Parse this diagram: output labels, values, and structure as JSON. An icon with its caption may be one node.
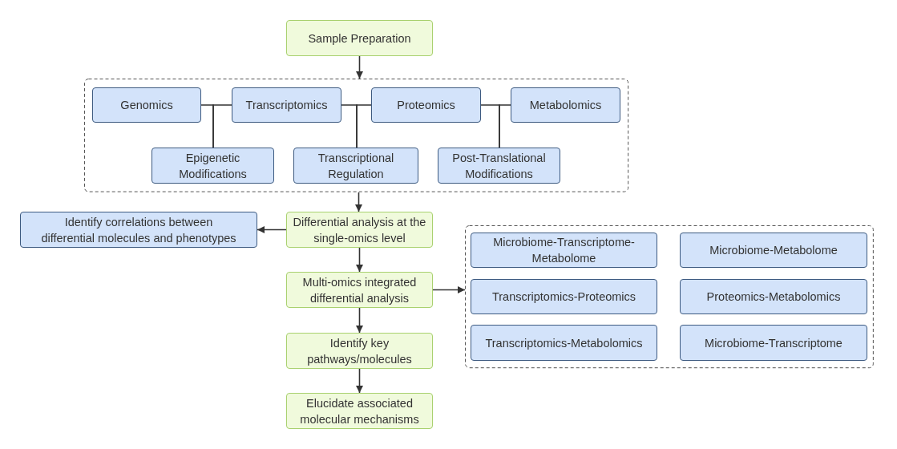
{
  "diagram": {
    "nodes": [
      {
        "text": [
          "Sample Preparation"
        ]
      },
      {
        "text": [],
        "shape": "box"
      },
      {
        "text": [
          "Genomics"
        ],
        "in": 1
      },
      {
        "text": [
          "Transcriptomics"
        ],
        "in": 1
      },
      {
        "text": [
          "Proteomics"
        ],
        "in": 1
      },
      {
        "text": [
          "Metabolomics"
        ],
        "in": 1
      },
      {
        "text": [
          "Epigenetic Modifications"
        ],
        "in": 1
      },
      {
        "text": [
          "Transcriptional Regulation"
        ],
        "in": 1
      },
      {
        "text": [
          "Post-Translational Modifications"
        ],
        "in": 1
      },
      {
        "text": [
          "Differential analysis at the single-omics level"
        ]
      },
      {
        "text": [
          "Identify correlations between differential molecules and phenotypes"
        ]
      },
      {
        "text": [
          "Multi-omics integrated differential analysis"
        ]
      },
      {
        "text": [],
        "shape": "box"
      },
      {
        "text": [
          "Microbiome-Transcriptome-Metabolome"
        ],
        "in": 12
      },
      {
        "text": [
          "Microbiome-Metabolome"
        ],
        "in": 12
      },
      {
        "text": [
          "Transcriptomics-Proteomics"
        ],
        "in": 12
      },
      {
        "text": [
          "Proteomics-Metabolomics"
        ],
        "in": 12
      },
      {
        "text": [
          "Transcriptomics-Metabolomics"
        ],
        "in": 12
      },
      {
        "text": [
          "Microbiome-Transcriptome"
        ],
        "in": 12
      },
      {
        "text": [
          "Identify key pathways/molecules"
        ]
      },
      {
        "text": [
          "Elucidate associated molecular mechanisms"
        ]
      }
    ],
    "edges": [
      {
        "from": 0,
        "to": 1,
        "arrow": "to"
      },
      {
        "from": 2,
        "to": 6,
        "arrow": "none"
      },
      {
        "from": 3,
        "to": 6,
        "arrow": "none"
      },
      {
        "from": 3,
        "to": 7,
        "arrow": "none"
      },
      {
        "from": 4,
        "to": 7,
        "arrow": "none"
      },
      {
        "from": 4,
        "to": 8,
        "arrow": "none"
      },
      {
        "from": 5,
        "to": 8,
        "arrow": "none"
      },
      {
        "from": 1,
        "to": 9,
        "arrow": "to"
      },
      {
        "from": 9,
        "to": 10,
        "arrow": "to"
      },
      {
        "from": 9,
        "to": 11,
        "arrow": "to"
      },
      {
        "from": 11,
        "to": 12,
        "arrow": "to"
      },
      {
        "from": 11,
        "to": 19,
        "arrow": "to"
      },
      {
        "from": 19,
        "to": 20,
        "arrow": "to"
      }
    ]
  }
}
